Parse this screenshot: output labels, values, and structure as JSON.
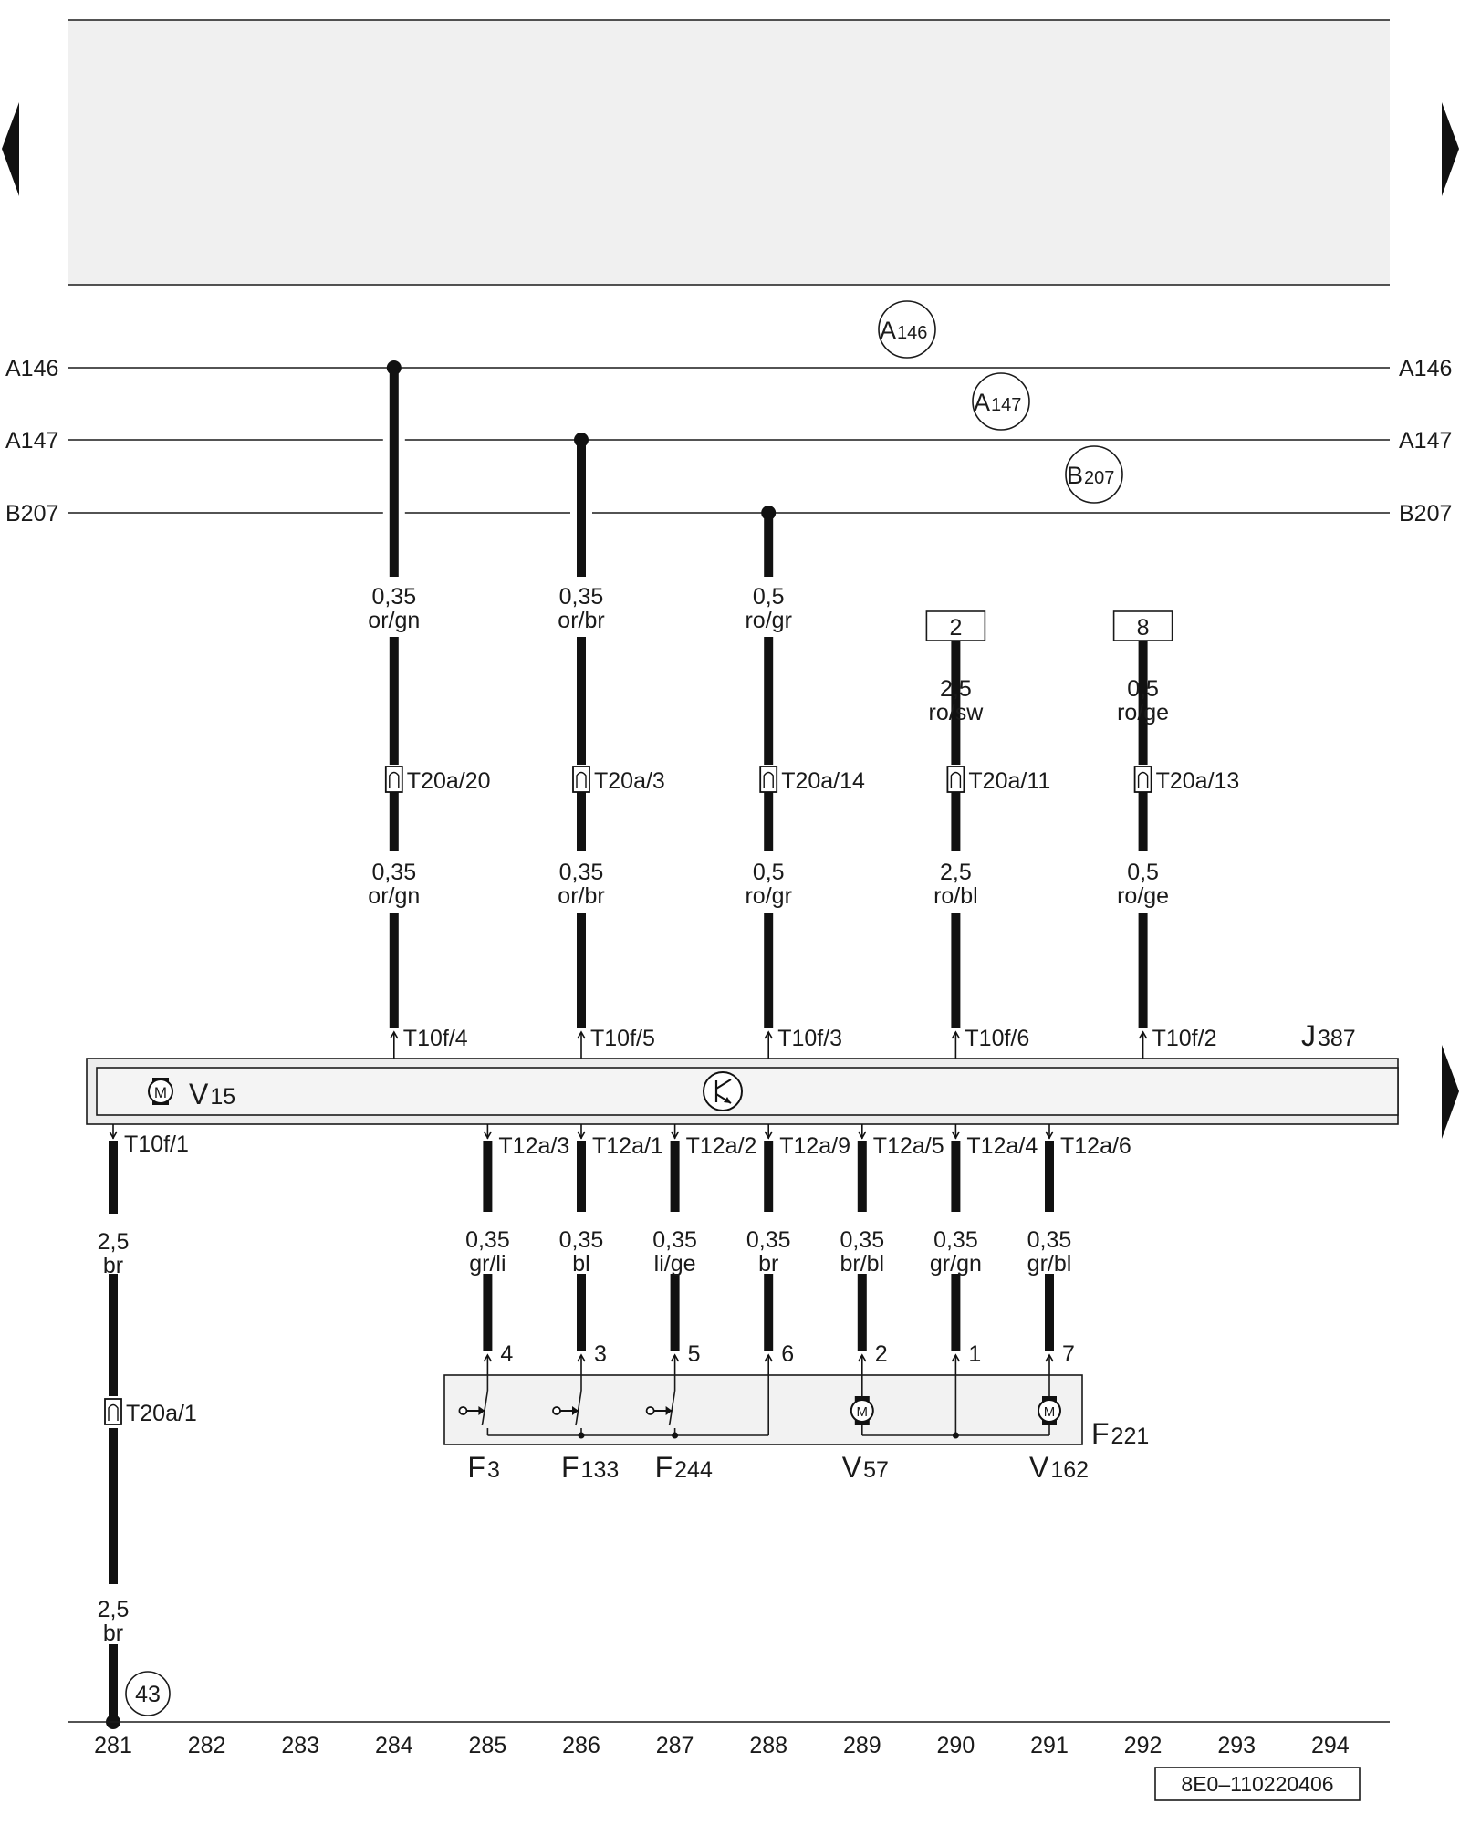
{
  "nav": {
    "prev_icon": "triangle-left-icon",
    "next_icon": "triangle-right-icon",
    "next2_icon": "triangle-right-icon"
  },
  "buses": [
    {
      "id": "A146",
      "label_left": "A146",
      "label_right": "A146",
      "circle": "A",
      "circle_sub": "146"
    },
    {
      "id": "A147",
      "label_left": "A147",
      "label_right": "A147",
      "circle": "A",
      "circle_sub": "147"
    },
    {
      "id": "B207",
      "label_left": "B207",
      "label_right": "B207",
      "circle": "B",
      "circle_sub": "207"
    }
  ],
  "upper_wires": [
    {
      "track": "284",
      "source_bus": "A146",
      "top_size": "0,35",
      "top_color": "or/gn",
      "connector": "T20a/20",
      "bottom_size": "0,35",
      "bottom_color": "or/gn",
      "pin": "T10f/4"
    },
    {
      "track": "286",
      "source_bus": "A147",
      "top_size": "0,35",
      "top_color": "or/br",
      "connector": "T20a/3",
      "bottom_size": "0,35",
      "bottom_color": "or/br",
      "pin": "T10f/5"
    },
    {
      "track": "288",
      "source_bus": "B207",
      "top_size": "0,5",
      "top_color": "ro/gr",
      "connector": "T20a/14",
      "bottom_size": "0,5",
      "bottom_color": "ro/gr",
      "pin": "T10f/3"
    },
    {
      "track": "290",
      "source_ref": "2",
      "top_size": "2,5",
      "top_color": "ro/sw",
      "connector": "T20a/11",
      "bottom_size": "2,5",
      "bottom_color": "ro/bl",
      "pin": "T10f/6"
    },
    {
      "track": "292",
      "source_ref": "8",
      "top_size": "0,5",
      "top_color": "ro/ge",
      "connector": "T20a/13",
      "bottom_size": "0,5",
      "bottom_color": "ro/ge",
      "pin": "T10f/2"
    }
  ],
  "control_unit": {
    "name": "J",
    "name_sub": "387",
    "motor_name": "V",
    "motor_sub": "15",
    "motor_icon": "motor-icon",
    "transistor_icon": "transistor-icon"
  },
  "lower_wires": [
    {
      "track": "285",
      "pin": "T12a/3",
      "size": "0,35",
      "color": "gr/li",
      "terminal": "4"
    },
    {
      "track": "286",
      "pin": "T12a/1",
      "size": "0,35",
      "color": "bl",
      "terminal": "3"
    },
    {
      "track": "287",
      "pin": "T12a/2",
      "size": "0,35",
      "color": "li/ge",
      "terminal": "5"
    },
    {
      "track": "288",
      "pin": "T12a/9",
      "size": "0,35",
      "color": "br",
      "terminal": "6"
    },
    {
      "track": "289",
      "pin": "T12a/5",
      "size": "0,35",
      "color": "br/bl",
      "terminal": "2"
    },
    {
      "track": "290",
      "pin": "T12a/4",
      "size": "0,35",
      "color": "gr/gn",
      "terminal": "1"
    },
    {
      "track": "291",
      "pin": "T12a/6",
      "size": "0,35",
      "color": "gr/bl",
      "terminal": "7"
    }
  ],
  "ground_wire": {
    "track": "281",
    "pin": "T10f/1",
    "size_top": "2,5",
    "color_top": "br",
    "connector": "T20a/1",
    "size_bottom": "2,5",
    "color_bottom": "br",
    "ground_ref": "43"
  },
  "lock_unit": {
    "name": "F",
    "name_sub": "221",
    "components": [
      {
        "name": "F",
        "sub": "3",
        "kind": "switch",
        "icon": "switch-icon"
      },
      {
        "name": "F",
        "sub": "133",
        "kind": "switch",
        "icon": "switch-icon"
      },
      {
        "name": "F",
        "sub": "244",
        "kind": "switch",
        "icon": "switch-icon"
      },
      {
        "name": "V",
        "sub": "57",
        "kind": "motor",
        "icon": "motor-icon"
      },
      {
        "name": "V",
        "sub": "162",
        "kind": "motor",
        "icon": "motor-icon"
      }
    ]
  },
  "tracks": [
    "281",
    "282",
    "283",
    "284",
    "285",
    "286",
    "287",
    "288",
    "289",
    "290",
    "291",
    "292",
    "293",
    "294"
  ],
  "doc_number": "8E0–110220406"
}
